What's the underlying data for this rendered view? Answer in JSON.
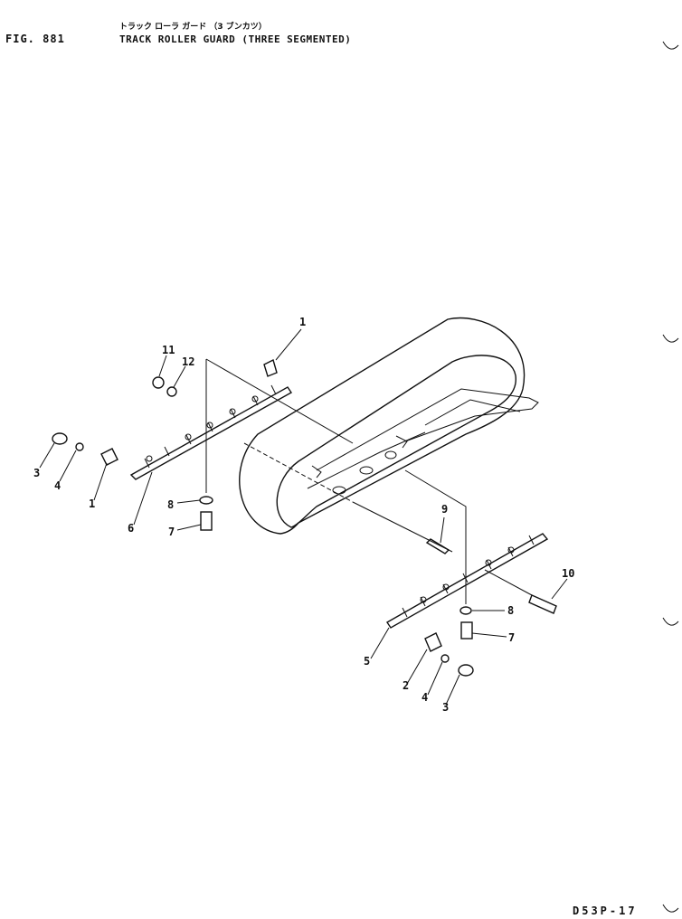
{
  "header": {
    "fig_label": "FIG. 881",
    "title_jp": "トラック ローラ ガード （3 ブンカツ）",
    "title_en": "TRACK ROLLER GUARD (THREE SEGMENTED)"
  },
  "footer": {
    "model_code": "D53P-17"
  },
  "callouts": {
    "c1_top": "1",
    "c11": "11",
    "c12": "12",
    "c3_left": "3",
    "c4_left": "4",
    "c1_left": "1",
    "c6": "6",
    "c8_left": "8",
    "c7_left": "7",
    "c9": "9",
    "c10": "10",
    "c8_right": "8",
    "c7_right": "7",
    "c5": "5",
    "c2": "2",
    "c4_right": "4",
    "c3_right": "3"
  },
  "colors": {
    "ink": "#111111",
    "paper": "#ffffff"
  }
}
